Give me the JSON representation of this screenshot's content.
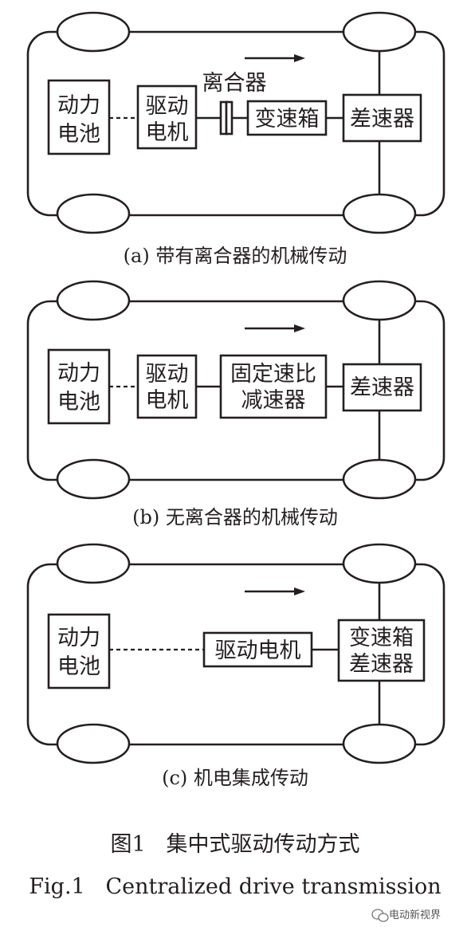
{
  "diagrams": [
    {
      "battery_line1": "动力",
      "battery_line2": "电池",
      "motor_line1": "驱动",
      "motor_line2": "电机",
      "clutch_label": "离合器",
      "gearbox_label": "变速箱",
      "differential_label": "差速器",
      "caption": "(a) 带有离合器的机械传动"
    },
    {
      "battery_line1": "动力",
      "battery_line2": "电池",
      "motor_line1": "驱动",
      "motor_line2": "电机",
      "reducer_line1": "固定速比",
      "reducer_line2": "减速器",
      "differential_label": "差速器",
      "caption": "(b) 无离合器的机械传动"
    },
    {
      "battery_line1": "动力",
      "battery_line2": "电池",
      "motor_label": "驱动电机",
      "gearbox_line1": "变速箱",
      "gearbox_line2": "差速器",
      "caption": "(c) 机电集成传动"
    }
  ],
  "figure": {
    "title_cn": "图1   集中式驱动传动方式",
    "title_en": "Fig.1   Centralized drive transmission"
  },
  "watermark": "电动新视界"
}
